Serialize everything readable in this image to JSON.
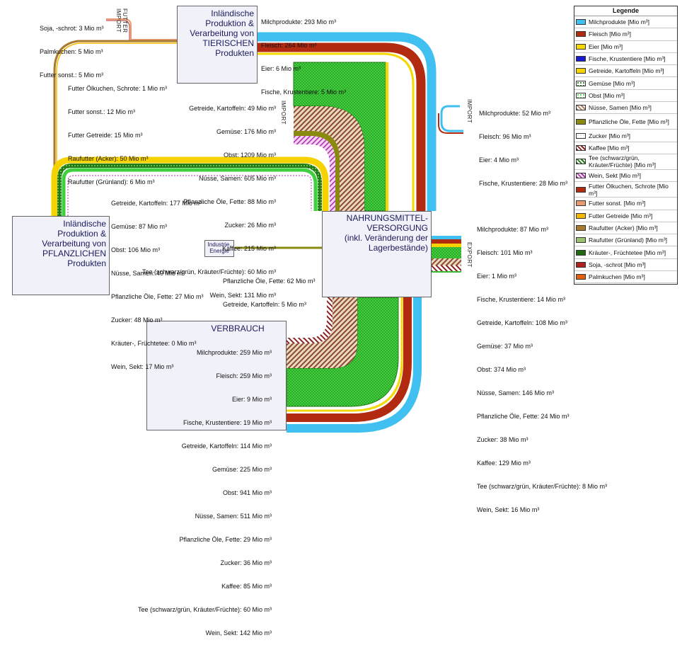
{
  "legend": {
    "title": "Legende",
    "items": [
      {
        "label": "Milchprodukte [Mio m³]",
        "color": "#3fc0f0",
        "pattern": "solid"
      },
      {
        "label": "Fleisch [Mio m³]",
        "color": "#b22a10",
        "pattern": "solid"
      },
      {
        "label": "Eier [Mio m³]",
        "color": "#f5d800",
        "pattern": "solid"
      },
      {
        "label": "Fische, Krustentiere [Mio m³]",
        "color": "#1a1ad0",
        "pattern": "solid"
      },
      {
        "label": "Getreide, Kartoffeln [Mio m³]",
        "color": "#f5d200",
        "pattern": "solid"
      },
      {
        "label": "Gemüse [Mio m³]",
        "color": "#1f7a10",
        "pattern": "dots"
      },
      {
        "label": "Obst [Mio m³]",
        "color": "#3fcf3f",
        "pattern": "dots"
      },
      {
        "label": "Nüsse, Samen [Mio m³]",
        "color": "#b08060",
        "pattern": "hatch"
      },
      {
        "label": "Pflanzliche Öle, Fette [Mio m³]",
        "color": "#8a8a10",
        "pattern": "solid"
      },
      {
        "label": "Zucker [Mio m³]",
        "color": "#e0e0e0",
        "pattern": "dots"
      },
      {
        "label": "Kaffee [Mio m³]",
        "color": "#8b2020",
        "pattern": "hatch"
      },
      {
        "label": "Tee (schwarz/grün, Kräuter/Früchte) [Mio m³]",
        "color": "#1f7a10",
        "pattern": "hatch"
      },
      {
        "label": "Wein, Sekt [Mio m³]",
        "color": "#b030b0",
        "pattern": "hatch"
      },
      {
        "label": "Futter Ölkuchen, Schrote [Mio m³]",
        "color": "#b22a10",
        "pattern": "solid"
      },
      {
        "label": "Futter sonst. [Mio m³]",
        "color": "#e89a70",
        "pattern": "solid"
      },
      {
        "label": "Futter Getreide [Mio m³]",
        "color": "#f5b800",
        "pattern": "solid"
      },
      {
        "label": "Raufutter (Acker) [Mio m³]",
        "color": "#a87a30",
        "pattern": "solid"
      },
      {
        "label": "Raufutter (Grünland) [Mio m³]",
        "color": "#9ac070",
        "pattern": "solid"
      },
      {
        "label": "Kräuter-, Früchtetee [Mio m³]",
        "color": "#1f6a10",
        "pattern": "solid"
      },
      {
        "label": "Soja, -schrot [Mio m³]",
        "color": "#b02020",
        "pattern": "solid"
      },
      {
        "label": "Palmkuchen [Mio m³]",
        "color": "#e06010",
        "pattern": "solid"
      }
    ]
  },
  "nodes": {
    "tierisch": "Inländische\nProduktion &\nVerarbeitung von\nTIERISCHEN\nProdukten",
    "pflanzlich": "Inländische\nProduktion &\nVerarbeitung von\nPFLANZLICHEN\nProdukten",
    "versorgung": "NAHRUNGSMITTEL-\nVERSORGUNG\n(inkl. Veränderung der\nLagerbestände)",
    "verbrauch": "VERBRAUCH",
    "industrie": "Industrie,\nEnergie"
  },
  "vertical_labels": {
    "futter_import": "FUTTER\nIMPORT",
    "import_pflanzlich": "IMPORT",
    "import_tierisch": "IMPORT",
    "export": "EXPORT"
  },
  "flow_labels": {
    "futter_import": [
      "Soja, -schrot: 3 Mio m³",
      "Palmkuchen: 5 Mio m³",
      "Futter sonst.: 5 Mio m³"
    ],
    "tierisch_out": [
      "Milchprodukte: 293 Mio m³",
      "Fleisch: 264 Mio m³",
      "Eier: 6 Mio m³",
      "Fische, Krustentiere: 5 Mio m³"
    ],
    "futter_inland": [
      "Futter Ölkuchen, Schrote: 1 Mio m³",
      "Futter sonst.: 12 Mio m³",
      "Futter Getreide: 15 Mio m³",
      "Raufutter (Acker): 50 Mio m³",
      "Raufutter (Grünland): 6 Mio m³"
    ],
    "import_pflanzlich": [
      "Getreide, Kartoffeln: 49 Mio m³",
      "Gemüse: 176 Mio m³",
      "Obst: 1209 Mio m³",
      "Nüsse, Samen: 605 Mio m³",
      "Pflanzliche Öle, Fette: 88 Mio m³",
      "Zucker: 26 Mio m³",
      "Kaffee: 215 Mio m³",
      "Tee (schwarz/grün, Kräuter/Früchte): 60 Mio m³",
      "Wein, Sekt: 131 Mio m³"
    ],
    "import_tierisch": [
      "Milchprodukte: 52 Mio m³",
      "Fleisch: 96 Mio m³",
      "Eier: 4 Mio m³",
      "Fische, Krustentiere: 28 Mio m³"
    ],
    "pflanzlich_out": [
      "Getreide, Kartoffeln: 177 Mio m³",
      "Gemüse: 87 Mio m³",
      "Obst: 106 Mio m³",
      "Nüsse, Samen: 40 Mio m³",
      "Pflanzliche Öle, Fette: 27 Mio m³",
      "Zucker: 48 Mio m³",
      "Kräuter-, Früchtetee: 0 Mio m³",
      "Wein, Sekt: 17 Mio m³"
    ],
    "industrie": [
      "Pflanzliche Öle, Fette: 62 Mio m³",
      "Getreide, Kartoffeln: 5 Mio m³"
    ],
    "export": [
      "Milchprodukte: 87 Mio m³",
      "Fleisch: 101 Mio m³",
      "Eier: 1 Mio m³",
      "Fische, Krustentiere: 14 Mio m³",
      "Getreide, Kartoffeln: 108 Mio m³",
      "Gemüse: 37 Mio m³",
      "Obst: 374 Mio m³",
      "Nüsse, Samen: 146 Mio m³",
      "Pflanzliche Öle, Fette: 24 Mio m³",
      "Zucker: 38 Mio m³",
      "Kaffee: 129 Mio m³",
      "Tee (schwarz/grün, Kräuter/Früchte): 8 Mio m³",
      "Wein, Sekt: 16 Mio m³"
    ],
    "verbrauch": [
      "Milchprodukte: 259 Mio m³",
      "Fleisch: 259 Mio m³",
      "Eier: 9 Mio m³",
      "Fische, Krustentiere: 19 Mio m³",
      "Getreide, Kartoffeln: 114 Mio m³",
      "Gemüse: 225 Mio m³",
      "Obst: 941 Mio m³",
      "Nüsse, Samen: 511 Mio m³",
      "Pflanzliche Öle, Fette: 29 Mio m³",
      "Zucker: 36 Mio m³",
      "Kaffee: 85 Mio m³",
      "Tee (schwarz/grün, Kräuter/Früchte): 60 Mio m³",
      "Wein, Sekt: 142 Mio m³"
    ]
  }
}
